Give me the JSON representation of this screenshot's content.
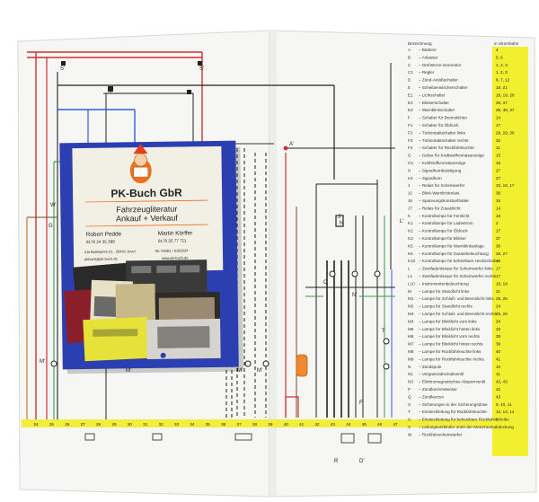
{
  "card": {
    "brand": "PK-Buch GbR",
    "tagline_1": "Fahrzeugliteratur",
    "tagline_2": "Ankauf + Verkauf",
    "person_left": "Robert Pedde",
    "person_right": "Martin Körffer",
    "phone_left": "0176 24 35 398",
    "phone_right": "0176 32 77 711",
    "address_left": "Am Bullinamm 21 · 26441 Jever",
    "address_right": "Tel. 04461 / 9182234",
    "email_left": "pkbuch@pk-buch.de",
    "web_right": "www.pk-buch.de"
  },
  "legend": {
    "heading": "Bezeichnung",
    "col_heading": "in Strombahn",
    "items": [
      {
        "key": "A",
        "text": "Batterie",
        "ref": "4"
      },
      {
        "key": "B",
        "text": "Anlasser",
        "ref": "5, 6"
      },
      {
        "key": "C",
        "text": "Drehstrom-Generator",
        "ref": "1, 2, 3"
      },
      {
        "key": "C1",
        "text": "Regler",
        "ref": "1, 2, 3"
      },
      {
        "key": "D",
        "text": "Zünd-Anlaßschalter",
        "ref": "8, 7, 12"
      },
      {
        "key": "E",
        "text": "Scheibenwischerschalter",
        "ref": "18, 21"
      },
      {
        "key": "E1",
        "text": "Lichtschalter",
        "ref": "18, 19, 20"
      },
      {
        "key": "E2",
        "text": "Blinkerschalter",
        "ref": "29, 37"
      },
      {
        "key": "E3",
        "text": "Warnblinkschalter",
        "ref": "35, 36, 37"
      },
      {
        "key": "F",
        "text": "Schalter für Bremslichter",
        "ref": "14"
      },
      {
        "key": "F1",
        "text": "Schalter für Öldruck",
        "ref": "17"
      },
      {
        "key": "F2",
        "text": "Türkontaktschalter links",
        "ref": "28, 29, 30"
      },
      {
        "key": "F3",
        "text": "Türkontaktschalter rechts",
        "ref": "32"
      },
      {
        "key": "F4",
        "text": "Schalter für Rückfahrleuchte",
        "ref": "11"
      },
      {
        "key": "G",
        "text": "Geber für Kraftstoffvorratsanzeige",
        "ref": "15"
      },
      {
        "key": "G1",
        "text": "Kraftstoffvorratsanzeige",
        "ref": "16"
      },
      {
        "key": "H",
        "text": "Signalhornbetätigung",
        "ref": "27"
      },
      {
        "key": "H1",
        "text": "Signalhorn",
        "ref": "27"
      },
      {
        "key": "J",
        "text": "Relais für Scheinwerfer",
        "ref": "15, 16, 17"
      },
      {
        "key": "J2",
        "text": "Blink-Warnlichtrelais",
        "ref": "36"
      },
      {
        "key": "J6",
        "text": "Spannungskonstanthalter",
        "ref": "16"
      },
      {
        "key": "J7",
        "text": "Relais für Zusatzlicht",
        "ref": "14"
      },
      {
        "key": "K",
        "text": "Kontrollampe für Fernlicht",
        "ref": "19"
      },
      {
        "key": "K1",
        "text": "Kontrollampe für Ladestrom",
        "ref": "2"
      },
      {
        "key": "K2",
        "text": "Kontrollampe für Öldruck",
        "ref": "17"
      },
      {
        "key": "K3",
        "text": "Kontrollampe für Blinker",
        "ref": "37"
      },
      {
        "key": "K5",
        "text": "Kontrollampe für Warnblinkanlage",
        "ref": "36"
      },
      {
        "key": "K6",
        "text": "Kontrollampe für Zusatzbeleuchtung",
        "ref": "26, 27"
      },
      {
        "key": "K10",
        "text": "Kontrollampe für beheizbare Heckscheibe",
        "ref": "15"
      },
      {
        "key": "L",
        "text": "Zweifadenlampe für Scheinwerfer links",
        "ref": "17"
      },
      {
        "key": "L1",
        "text": "Zweifadenlampe für Scheinwerfer rechts",
        "ref": "17"
      },
      {
        "key": "L10",
        "text": "Instrumentenbeleuchtung",
        "ref": "18, 19"
      },
      {
        "key": "M",
        "text": "Lampe für Standlicht links",
        "ref": "21"
      },
      {
        "key": "M1",
        "text": "Lampe für Schluß- und Bremslicht links",
        "ref": "25, 26"
      },
      {
        "key": "M2",
        "text": "Lampe für Standlicht rechts",
        "ref": "24"
      },
      {
        "key": "M3",
        "text": "Lampe für Schluß- und Bremslicht rechts",
        "ref": "25, 26"
      },
      {
        "key": "M4",
        "text": "Lampe für Blinklicht vorn links",
        "ref": "34"
      },
      {
        "key": "M5",
        "text": "Lampe für Blinklicht hinten links",
        "ref": "33"
      },
      {
        "key": "M6",
        "text": "Lampe für Blinklicht vorn rechts",
        "ref": "38"
      },
      {
        "key": "M7",
        "text": "Lampe für Blinklicht hinten rechts",
        "ref": "39"
      },
      {
        "key": "M8",
        "text": "Lampe für Rückfahrleuchte links",
        "ref": "40"
      },
      {
        "key": "M9",
        "text": "Lampe für Rückfahrleuchte rechts",
        "ref": "41"
      },
      {
        "key": "N",
        "text": "Zündspule",
        "ref": "10"
      },
      {
        "key": "N1",
        "text": "Vergaserabschaltventil",
        "ref": "11"
      },
      {
        "key": "N3",
        "text": "Elektromagnetisches Absperrventil",
        "ref": "42, 43"
      },
      {
        "key": "P",
        "text": "Zündkerzenstecker",
        "ref": "42"
      },
      {
        "key": "Q",
        "text": "Zündkerzen",
        "ref": "43"
      },
      {
        "key": "S",
        "text": "Sicherungen in der Sicherungsdose",
        "ref": "9, 10, 11"
      },
      {
        "key": "T",
        "text": "Einsteckleitung für Rückfahrleuchte",
        "ref": "12, 13, 14"
      },
      {
        "key": "U",
        "text": "Einsteckleitung für beheizbare Rückfahrscheibe",
        "ref": "6"
      },
      {
        "key": "V",
        "text": "Leitungsverbinder unter der Motorraumabdeckung",
        "ref": ""
      },
      {
        "key": "W",
        "text": "Rückfahrscheinwerfer",
        "ref": ""
      }
    ]
  },
  "diagram": {
    "bottom_numbers": [
      "24",
      "25",
      "26",
      "27",
      "28",
      "29",
      "30",
      "31",
      "32",
      "33",
      "34",
      "35",
      "36",
      "37",
      "38",
      "39",
      "40",
      "41",
      "42",
      "43",
      "44",
      "45",
      "46",
      "47"
    ],
    "labels": [
      "S'",
      "S'",
      "S'",
      "A'",
      "W",
      "G",
      "O",
      "N",
      "N'",
      "T",
      "M'",
      "M'",
      "M'",
      "M'",
      "K'",
      "L'",
      "F'",
      "S'",
      "R",
      "D'",
      "J"
    ]
  },
  "colors": {
    "paper": "#f6f7f5",
    "card_blue": "#2c3fb0",
    "card_panel": "#f2efe4",
    "legend_yellow": "#f2ef2f",
    "strip_yellow": "#f1ef3a",
    "wire_red": "#d03030",
    "wire_blue": "#2f5fd8",
    "wire_green": "#3a9a4a",
    "wire_brown": "#7a4a2a",
    "wire_black": "#222222",
    "brand_orange": "#f07020"
  }
}
